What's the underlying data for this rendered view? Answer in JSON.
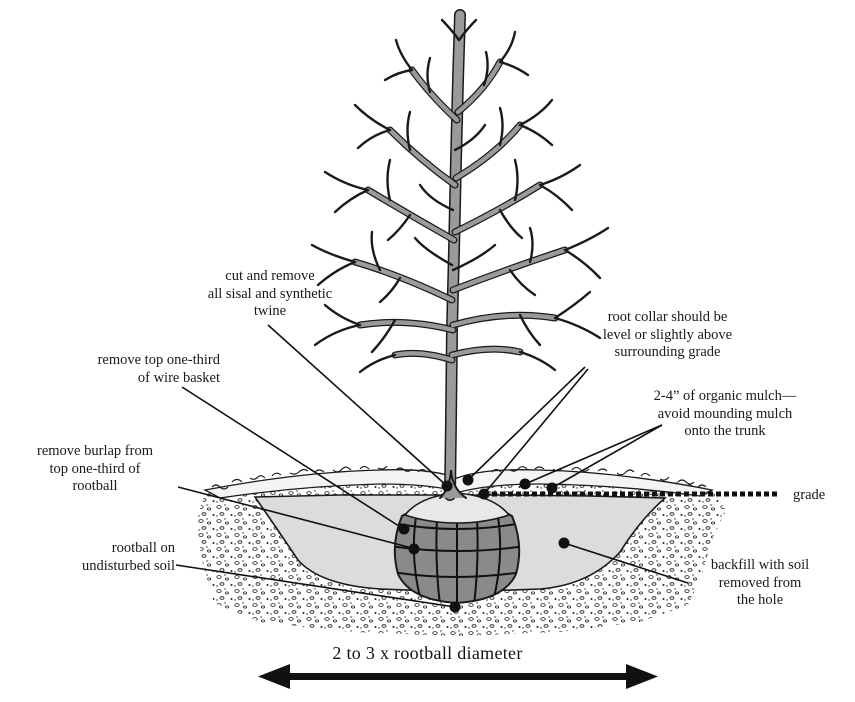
{
  "labels": {
    "twine": [
      "cut and remove",
      "all sisal and synthetic",
      "twine"
    ],
    "root_collar": [
      "root collar should be",
      "level or slightly above",
      "surrounding grade"
    ],
    "wire_basket": [
      "remove top one-third",
      "of wire basket"
    ],
    "mulch": [
      "2-4” of organic mulch—",
      "avoid mounding mulch",
      "onto the trunk"
    ],
    "burlap": [
      "remove burlap from",
      "top one-third of",
      "rootball"
    ],
    "grade": "grade",
    "rootball_soil": [
      "rootball on",
      "undisturbed soil"
    ],
    "backfill": [
      "backfill with soil",
      "removed from",
      "the hole"
    ],
    "dimension": "2 to 3 x rootball diameter"
  },
  "icons": {
    "tree": "bare-deciduous-tree-icon",
    "rootball": "wire-basket-rootball-icon",
    "arrow": "double-headed-arrow-icon"
  },
  "colors": {
    "ink": "#1a1a1a",
    "backfill": "#dcdcdc",
    "rootball": "#8a8a8a",
    "trunk": "#9a9a9a"
  }
}
